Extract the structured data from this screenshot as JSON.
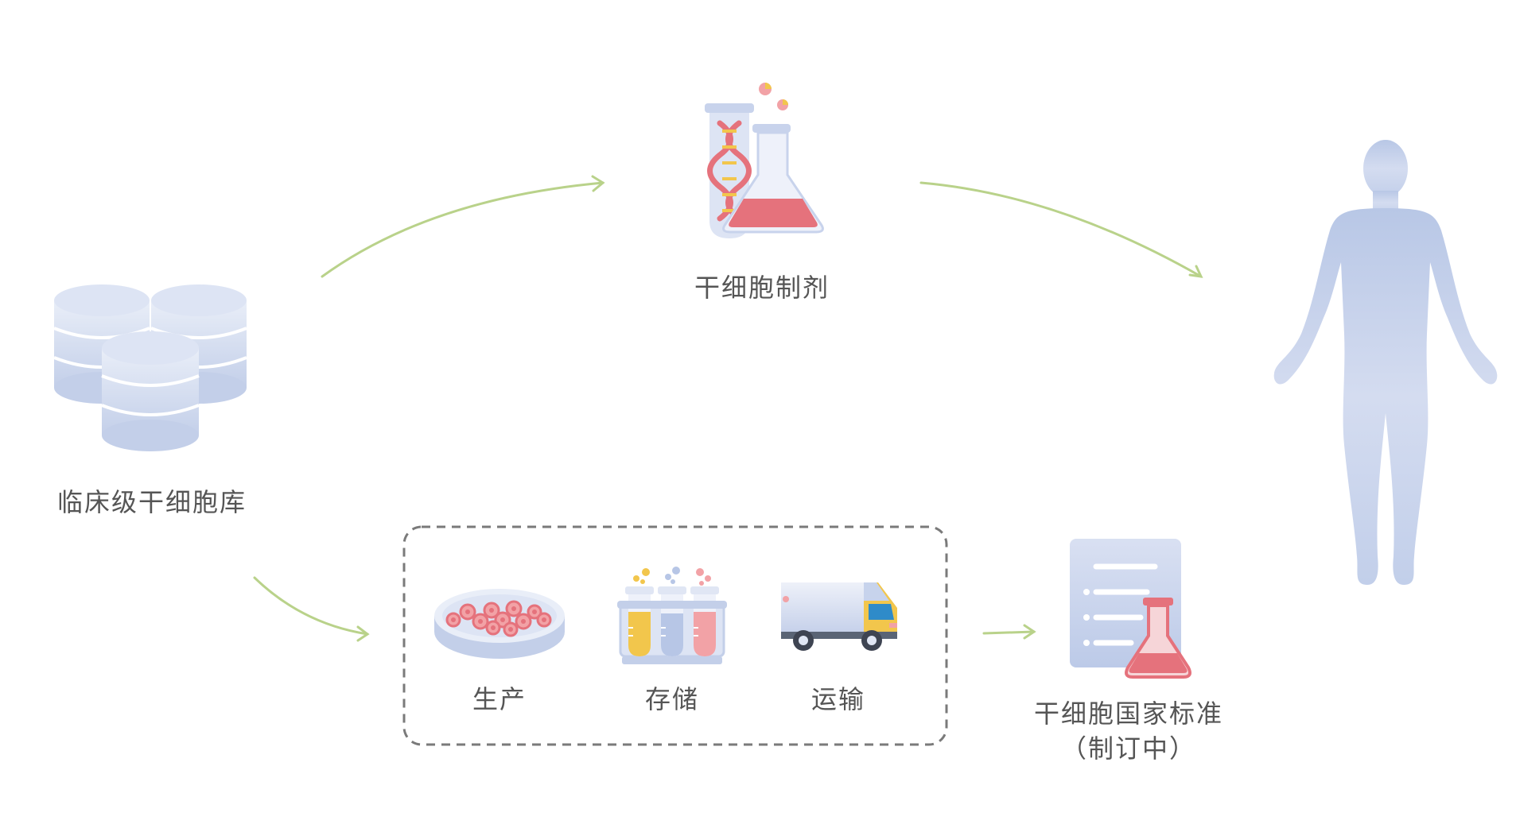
{
  "labels": {
    "cell_bank": "临床级干细胞库",
    "preparation": "干细胞制剂",
    "production": "生产",
    "storage": "存储",
    "transport": "运输",
    "standard_line1": "干细胞国家标准",
    "standard_line2": "（制订中）"
  },
  "icons": {
    "cell_bank": "database-stack-icon",
    "preparation": "dna-test-tube-flask-icon",
    "production": "petri-dish-icon",
    "storage": "test-tube-rack-icon",
    "transport": "delivery-truck-icon",
    "standard": "document-flask-icon",
    "human": "human-body-icon"
  },
  "colors": {
    "arrow": "#b9d28a",
    "icon_blue_light": "#dde4f4",
    "icon_blue": "#b7c6e6",
    "human": "#c7d3ec",
    "red": "#e5727c",
    "pink": "#f2a2a6",
    "yellow": "#f2c64c",
    "dashed_border": "#7a7a7a",
    "text": "#555555"
  }
}
